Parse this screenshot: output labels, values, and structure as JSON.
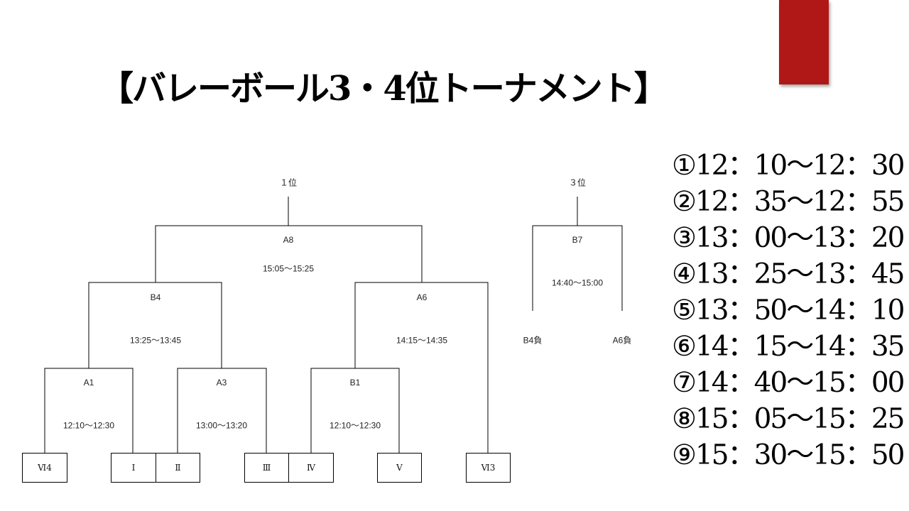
{
  "title": "【バレーボール3・4位トーナメント】",
  "accent_color": "#B01717",
  "bracket": {
    "first_place_label": "１位",
    "third_place_label": "３位",
    "matches": {
      "A8": {
        "name": "A8",
        "time": "15:05〜15:25"
      },
      "B7": {
        "name": "B7",
        "time": "14:40〜15:00"
      },
      "B4": {
        "name": "B4",
        "time": "13:25〜13:45"
      },
      "A6": {
        "name": "A6",
        "time": "14:15〜14:35"
      },
      "A1": {
        "name": "A1",
        "time": "12:10〜12:30"
      },
      "A3": {
        "name": "A3",
        "time": "13:00〜13:20"
      },
      "B1": {
        "name": "B1",
        "time": "12:10〜12:30"
      }
    },
    "third_place_entrants": [
      "B4負",
      "A6負"
    ],
    "teams": [
      "Ⅵ4",
      "Ⅰ",
      "Ⅱ",
      "Ⅲ",
      "Ⅳ",
      "Ⅴ",
      "Ⅵ3"
    ]
  },
  "schedule": [
    "①12：10〜12：30",
    "②12：35〜12：55",
    "③13：00〜13：20",
    "④13：25〜13：45",
    "⑤13：50〜14：10",
    "⑥14：15〜14：35",
    "⑦14：40〜15：00",
    "⑧15：05〜15：25",
    "⑨15：30〜15：50"
  ]
}
